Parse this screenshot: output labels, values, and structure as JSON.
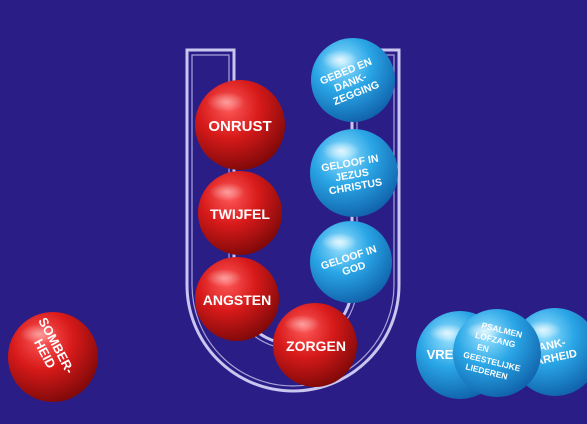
{
  "colors": {
    "background": "#2b1d86",
    "red_ball": "#d81a1a",
    "blue_ball": "#2aa6e6",
    "tube_outline": "#c9c6ef",
    "text": "#ffffff"
  },
  "red_balls": {
    "onrust": [
      "ONRUST"
    ],
    "twijfel": [
      "TWIJFEL"
    ],
    "angsten": [
      "ANGSTEN"
    ],
    "zorgen": [
      "ZORGEN"
    ],
    "somberheid": [
      "SOMBER-",
      "HEID"
    ]
  },
  "blue_balls": {
    "gebed": [
      "GEBED EN",
      "DANK-",
      "ZEGGING"
    ],
    "geloof_jezus": [
      "GELOOF IN",
      "JEZUS",
      "CHRISTUS"
    ],
    "geloof_god": [
      "GELOOF IN",
      "GOD"
    ],
    "vrede": [
      "VRE"
    ],
    "psalmen": [
      "PSALMEN",
      "LOFZANG",
      "EN",
      "GEESTELIJKE",
      "LIEDEREN"
    ],
    "dankbaarheid": [
      "ANK-",
      "ARHEID"
    ]
  }
}
